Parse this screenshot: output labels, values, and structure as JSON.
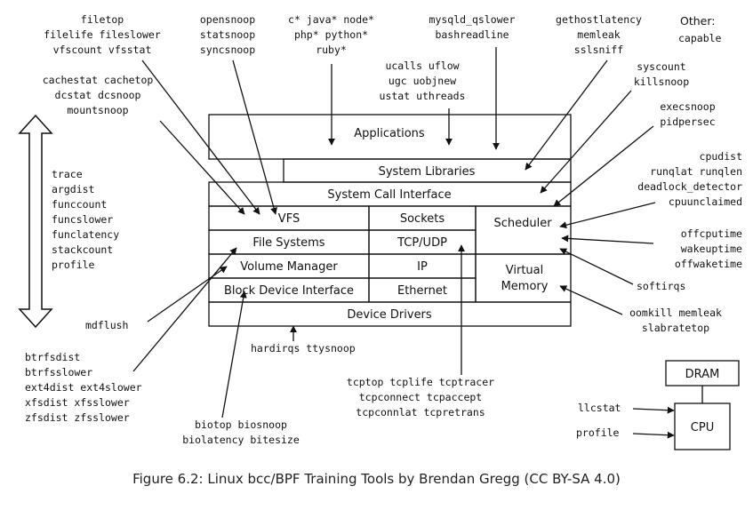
{
  "layers": {
    "applications": "Applications",
    "system_libraries": "System Libraries",
    "system_call_interface": "System Call Interface",
    "vfs": "VFS",
    "sockets": "Sockets",
    "scheduler": "Scheduler",
    "file_systems": "File Systems",
    "tcp_udp": "TCP/UDP",
    "volume_manager": "Volume Manager",
    "ip": "IP",
    "virtual_memory": "Virtual\nMemory",
    "block_device_interface": "Block Device Interface",
    "ethernet": "Ethernet",
    "device_drivers": "Device Drivers"
  },
  "hardware": {
    "dram": "DRAM",
    "cpu": "CPU"
  },
  "tools": {
    "filetop_group": "filetop\nfilelife fileslower\nvfscount vfsstat",
    "opensnoop_group": "opensnoop\nstatsnoop\nsyncsnoop",
    "language_group": "c* java* node*\nphp* python*\nruby*",
    "mysqld_group": "mysqld_qslower\nbashreadline",
    "gethostlatency_group": "gethostlatency\nmemleak\nsslsniff",
    "other_label": "Other:",
    "other_tools": "capable",
    "cachestat_group": "cachestat cachetop\ndcstat dcsnoop\nmountsnoop",
    "ucalls_group": "ucalls uflow\nugc uobjnew\nustat uthreads",
    "syscount_group": "syscount\nkillsnoop",
    "execsnoop_group": "execsnoop\npidpersec",
    "trace_group": "trace\nargdist\nfunccount\nfuncslower\nfunclatency\nstackcount\nprofile",
    "cpudist_group": "cpudist\nrunqlat runqlen\ndeadlock_detector\ncpuunclaimed",
    "offcputime_group": "offcputime\nwakeuptime\noffwaketime",
    "softirqs": "softirqs",
    "oomkill_group": "oomkill memleak\nslabratetop",
    "mdflush": "mdflush",
    "hardirqs_group": "hardirqs ttysnoop",
    "btrfsdist_group": "btrfsdist\nbtrfsslower\next4dist ext4slower\nxfsdist xfsslower\nzfsdist zfsslower",
    "tcptop_group": "tcptop tcplife tcptracer\ntcpconnect tcpaccept\ntcpconnlat tcpretrans",
    "biotop_group": "biotop biosnoop\nbiolatency bitesize",
    "llcstat": "llcstat",
    "profile_cpu": "profile"
  },
  "caption": "Figure 6.2: Linux bcc/BPF Training Tools by Brendan Gregg (CC BY-SA 4.0)"
}
